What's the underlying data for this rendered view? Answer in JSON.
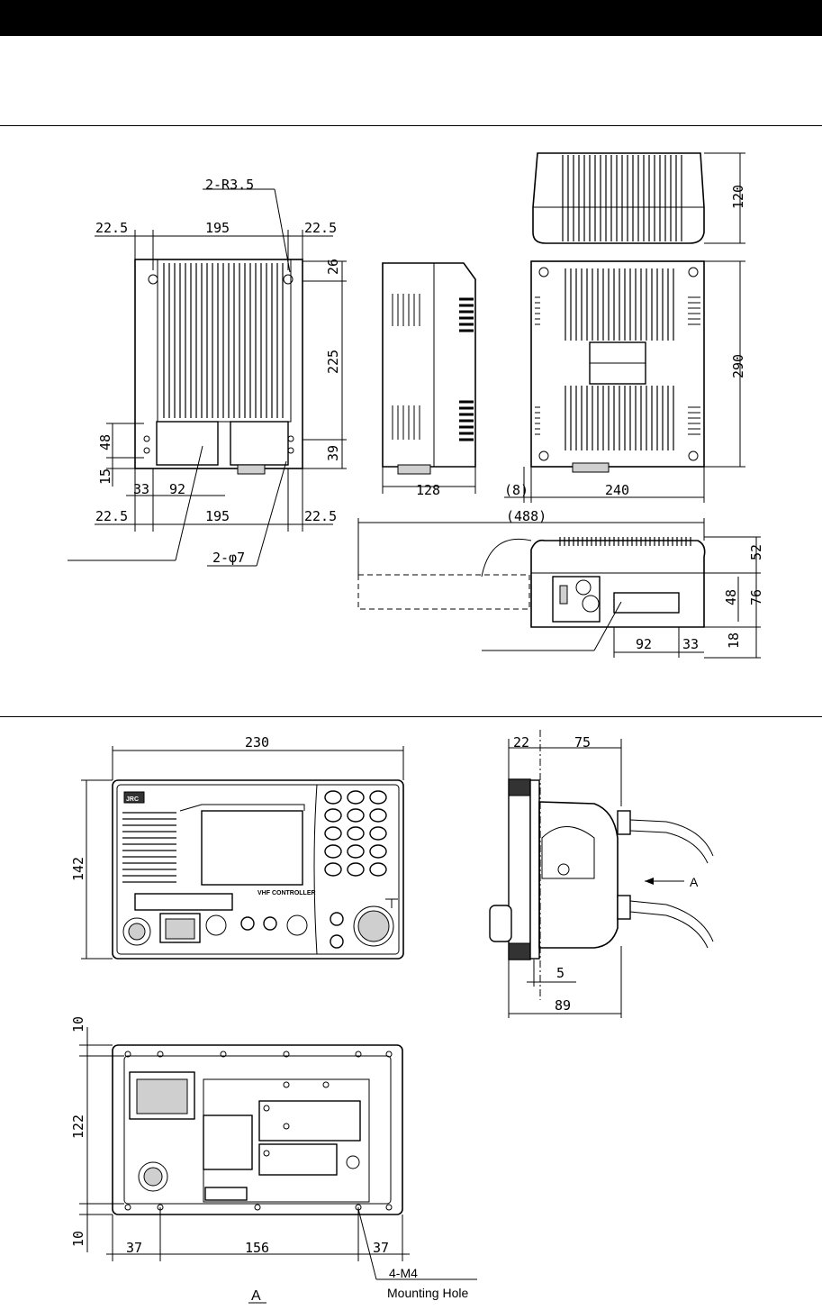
{
  "transceiver": {
    "front": {
      "radius_label": "2-R3.5",
      "top_left": "22.5",
      "top_center": "195",
      "top_right": "22.5",
      "right_26": "26",
      "right_225": "225",
      "right_39": "39",
      "left_48": "48",
      "left_15": "15",
      "bottom_33": "33",
      "bottom_92": "92",
      "bottom_left": "22.5",
      "bottom_center": "195",
      "bottom_right": "22.5",
      "hole_label": "2-φ7"
    },
    "side": {
      "width": "128"
    },
    "top_view": {
      "height": "120"
    },
    "rear": {
      "height": "290",
      "offset": "(8)",
      "width": "240"
    },
    "open_view": {
      "total": "(488)",
      "h52": "52",
      "h48": "48",
      "h76": "76",
      "h18": "18",
      "w92": "92",
      "w33": "33"
    }
  },
  "controller": {
    "front": {
      "width": "230",
      "height": "142",
      "panel_title": "VHF CONTROLLER",
      "logo": "JRC"
    },
    "side": {
      "d22": "22",
      "d75": "75",
      "d5": "5",
      "d89": "89",
      "view_arrow": "A"
    },
    "rear": {
      "h10_top": "10",
      "h122": "122",
      "h10_bottom": "10",
      "w37_left": "37",
      "w156": "156",
      "w37_right": "37",
      "mount_label": "4-M4",
      "mount_caption": "Mounting Hole",
      "view_label": "A"
    }
  }
}
